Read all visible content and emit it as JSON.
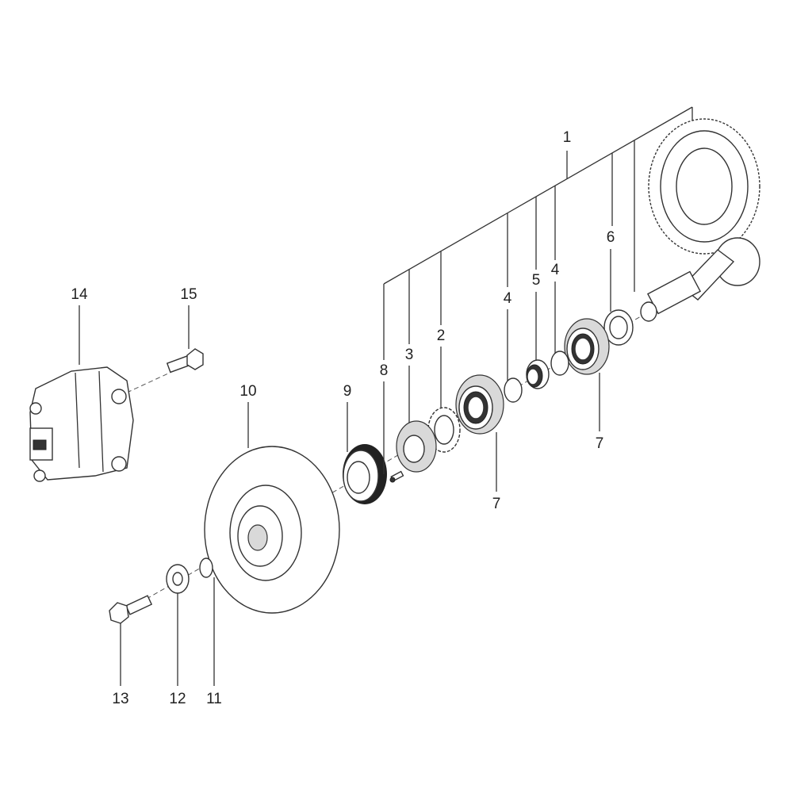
{
  "title": "Exploded parts diagram",
  "callouts": {
    "c1": "1",
    "c2": "2",
    "c3": "3",
    "c4a": "4",
    "c4b": "4",
    "c5": "5",
    "c6": "6",
    "c7a": "7",
    "c7b": "7",
    "c8": "8",
    "c9": "9",
    "c10": "10",
    "c11": "11",
    "c12": "12",
    "c13": "13",
    "c14": "14",
    "c15": "15"
  }
}
